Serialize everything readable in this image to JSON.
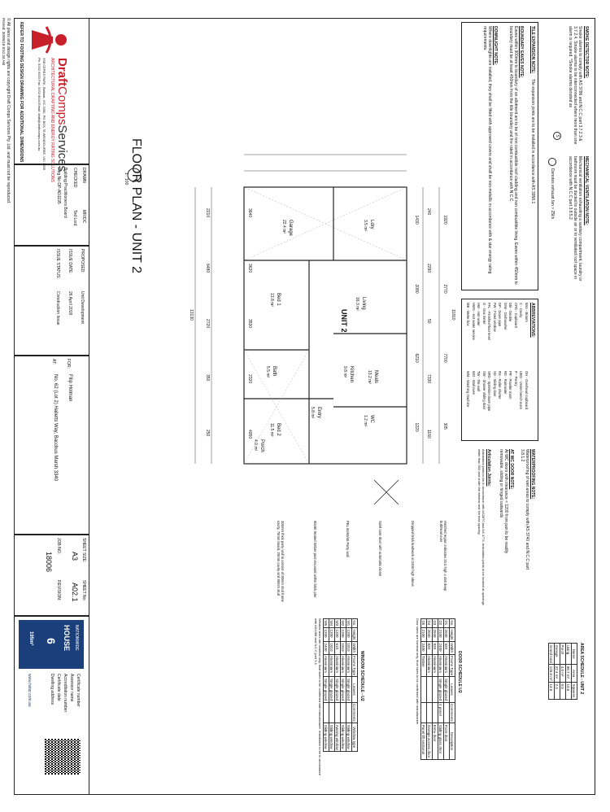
{
  "title_block": {
    "disclaimer": "© All plans and design rights are copyright Draft Comps Services Pty. Ltd. and must not be reproduced.",
    "printed": "Printed: 30/05/18 8:51:34 AM",
    "for_label": "FOR:",
    "for_value": "Filip Holman",
    "at_label": "AT:",
    "at_value": "No. 62 (Lot 2) Halletts Way, Bacchus Marsh 3340",
    "proposed_label": "PROPOSED:",
    "proposed_value": "Unit Development",
    "issue_date_label": "ISSUE DATE:",
    "issue_date_value": "26 April 2018",
    "issue_status_label": "ISSUE STATUS:",
    "issue_status_value": "Construction Issue",
    "sheet_size_label": "SHEET SIZE:",
    "sheet_size_value": "A3",
    "sheet_no_label": "SHEET No:",
    "sheet_no_value": "A02.1",
    "job_no_label": "JOB NO:",
    "job_no_value": "18006",
    "revision_label": "REVISION:",
    "drawn_label": "DRAWN",
    "drawn_value": "MR/DC",
    "checked_label": "CHECKED",
    "checked_value": "Ted Lord",
    "board_line1": "Building Practitioners Board",
    "board_line2": "Reg No DP-AD1195",
    "company_name_1": "Draft",
    "company_name_2": "Comps",
    "company_name_3": "Services",
    "company_tagline": "ARCHITECTURAL DRAFTING AND ENERGY RATING SOLUTIONS",
    "company_address": "33B CERES PARK, Ballarat, VIC 3350, PO BOX 78 WENDOUREE, VIC 3355",
    "company_phone": "Ph: 5332 6533 Fax: 5332 6544 Email: draft@draftcomps.com.au",
    "footing_note": "REFER TO FOOTING DESIGN DRAWING FOR ADDITIONAL DIMENSIONS",
    "house_badge_top": "NATIONWIDE",
    "house_badge_word": "HOUSE",
    "house_badge_stars": "6",
    "house_badge_area": "195m²"
  },
  "plan": {
    "title": "FLOOR PLAN - UNIT 2",
    "scale": "1 : 100",
    "sheet_marker": "1",
    "unit_label": "UNIT 2",
    "rooms": [
      {
        "name": "Meals",
        "area": "13.2 m²"
      },
      {
        "name": "Living",
        "area": "16.3 m²"
      },
      {
        "name": "Kitchen",
        "area": "9.8 m²"
      },
      {
        "name": "Bed 1",
        "area": "13.8 m²"
      },
      {
        "name": "Bed 2",
        "area": "11.5 m²"
      },
      {
        "name": "Garage",
        "area": "22.4 m²"
      },
      {
        "name": "Bath",
        "area": "5.5 m²"
      },
      {
        "name": "Entry",
        "area": "5.8 m²"
      },
      {
        "name": "Porch",
        "area": "4.0 m²"
      },
      {
        "name": "WC",
        "area": "1.2 m²"
      },
      {
        "name": "Ldry",
        "area": "3.5 m²"
      }
    ],
    "dims_top": [
      "1920",
      "2770",
      "7700",
      "305"
    ],
    "dims_top2": [
      "240",
      "2290",
      "50",
      "7330",
      "1160"
    ],
    "dims_total": "11810",
    "dims_bottom": [
      "2210",
      "6480",
      "2720",
      "350",
      "250"
    ],
    "dims_bottom_total": "13130",
    "dims_right": [
      "3640",
      "3620",
      "3530",
      "2320",
      "4950"
    ],
    "dims_left": [
      "1430",
      "2080",
      "6210",
      "1220"
    ],
    "notes": [
      "Hatched region indicates 25.0 high x 450 deep bulkhead over",
      "Dropped brick leadwork at 2400 high above",
      "Solid core door with automatic closer",
      "PBL 60/60/60 Party wall",
      "90x90 treated timber post encased within brick pier",
      "305mm thick party wall to consist of 90mm stud frame cavity, 75mm board, 25mm cavity and 90mm stud"
    ]
  },
  "left_notes": {
    "smoke_title": "SMOKE DETECTOR NOTE:",
    "smoke_text": "Smoke alarms to comply with AS 3786 and N.C.C part 3.7.2.3 & 3.7.2.4. Smoke alarms to be interconnected where more than one alarm is required. *Smoke alarms denoted as",
    "smoke_symbol": "S",
    "vent_title": "MECHANICAL VENTILATION NOTE:",
    "vent_text": "Mechanical ventilation exhausting a sanitary compartment, laundry or bathroom must be ducted to outside air or to ventilated roof space in accordance with N.C.C part 3.8.5.2",
    "exhaust_text": "Denotes exhaust fan > 25l/s",
    "tile_title": "TILE EXPANSION NOTE:",
    "tile_text": "Tile expansion joints are to be installed in accordance with AS 3958.1",
    "boundary_title": "BOUNDARY EAVES NOTE:",
    "boundary_text": "Eaves within 900mm to boundary of an allotment are to be of non combustible roof cladding and non combustible lining. Eaves within 450mm to boundary must be at least 450mm from the title boundary and fire rated in accordance with N.C.C.",
    "downlight_title": "DOWNLIGHT NOTE:",
    "downlight_text": "Where downlights are installed, they shall be fitted with approved covers and shall be non-metallic in accordance with & star energy rating requirements.",
    "abbr_title": "ABBREVIATIONS:",
    "abbreviations": [
      "B/ro - Broom",
      "C - Cavity",
      "CPD - Cupboard",
      "Dbl - Double",
      "D/W - Dishwasher",
      "DP - Down pipe",
      "FW - Fixed window",
      "FFL - Finished floor level",
      "G - Gas meter",
      "HW - Hot water",
      "HWS - Hot water service",
      "MB - Meter box",
      "OH - Overhead cupboard",
      "UBO - Under bench oven",
      "P - Pantry",
      "PR - Powder room",
      "RD - Rainwater",
      "RS - Roller shutter",
      "SD - Sliding door",
      "SRD - Sprinkler down pipe",
      "SW - Shower sliding door",
      "TW - Tile wall",
      "WO - Wall oven",
      "WM - Washing machine"
    ],
    "water_title": "WATERPROOFING NOTE:",
    "water_text": "Waterproofing of wet areas to comply with AS 3740 and N.C.C part 3.8.1.2",
    "wc_title": "AT WC DOOR NOTE:",
    "wc_text": "At WC doors with clearance < 1200 from pan to be readily removable, sliding or hinged outwards",
    "artic_title": "Articulation Joints:",
    "artic_text": "Articulation joints to be in accordance with AS2870 and AS 4773. Articulation joints to be located at openings wider than 900 and under the window and 4m max spacing."
  },
  "area_schedule": {
    "title": "AREA SCHEDULE - UNIT 2",
    "headers": [
      "Name",
      "Area",
      "Squares"
    ],
    "rows": [
      [
        "Living",
        "98.7 m²",
        "10.6"
      ],
      [
        "Porch",
        "4.0 m²",
        "0.5"
      ],
      [
        "Garage",
        "22.4 m²",
        "2.4"
      ],
      [
        "Grand total",
        "125.0 m²",
        "13.6"
      ]
    ]
  },
  "door_schedule": {
    "title": "DOOR SCHEDULE U2",
    "headers": [
      "No.",
      "Height",
      "Width",
      "Frame Type",
      "Leaves",
      "Comments",
      "Description"
    ],
    "rows": [
      [
        "D1",
        "2040",
        "920",
        "Aluminium",
        "Single glazed",
        "",
        "Front door"
      ],
      [
        "D2",
        "2100",
        "2400",
        "Aluminium",
        "Single glazed",
        "2 panel",
        "Sliding glass door"
      ],
      [
        "D3",
        "2040",
        "820",
        "Aluminium",
        "",
        "",
        "Entry door"
      ],
      [
        "D4",
        "2040",
        "820",
        "Aluminium",
        "",
        "",
        "Garage access door"
      ],
      [
        "D5",
        "2100",
        "2400",
        "Timber",
        "",
        "",
        "Panel lift sectional"
      ]
    ],
    "note": "Door sizes are nominal only, final sizes to be confirmed with manufacturer"
  },
  "window_schedule": {
    "title": "WINDOW SCHEDULE - U2",
    "headers": [
      "No.",
      "Height",
      "Width",
      "Frame Type",
      "Leaves",
      "Comments",
      "Window type"
    ],
    "rows": [
      [
        "W1",
        "1200",
        "1810",
        "Aluminium",
        "Single glazed",
        "",
        "Sliding window"
      ],
      [
        "W2",
        "1200",
        "1810",
        "Aluminium",
        "Single glazed",
        "",
        "Sliding window"
      ],
      [
        "W3",
        "1200",
        "610",
        "Aluminium",
        "Single glazed",
        "",
        "Awning window"
      ],
      [
        "W4",
        "1200",
        "1810",
        "Aluminium",
        "Single glazed",
        "",
        "Sliding window"
      ],
      [
        "W5",
        "1200",
        "2400",
        "Aluminium",
        "Single glazed",
        "",
        "Sliding window"
      ]
    ],
    "note": "Window sizes are nominal only, final sizes to be confirmed with manufacturer. Installation to be in accordance with AS1288 and N.C.C part 3.6"
  },
  "cert_panel": {
    "label1": "Certificate number",
    "label2": "Assessor name",
    "label3": "Accreditation number",
    "label4": "Certificate date",
    "label5": "Dwelling address",
    "url": "www.hstar.com.au"
  }
}
